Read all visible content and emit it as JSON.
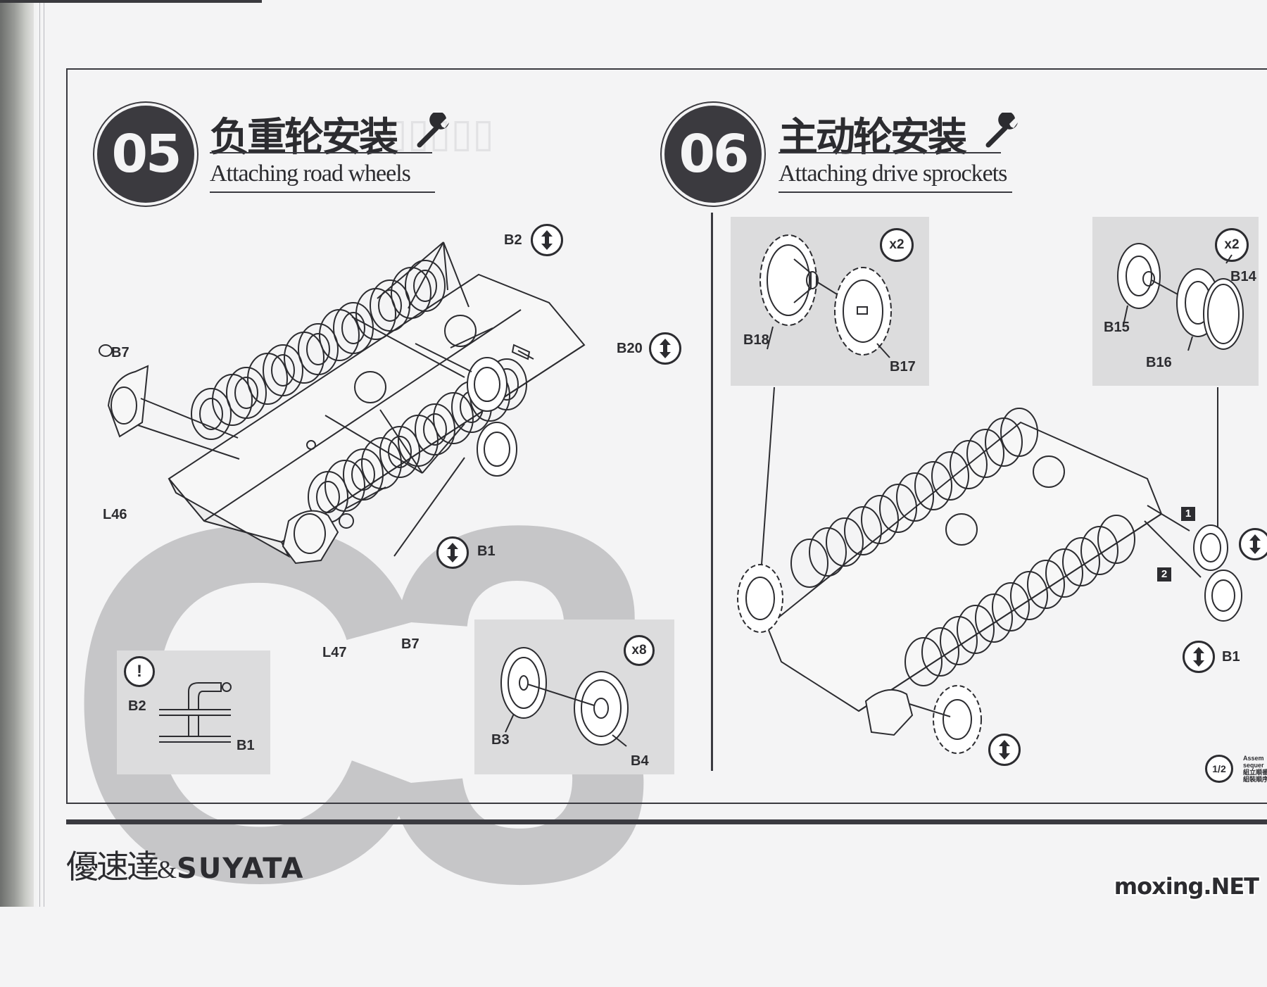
{
  "step05": {
    "number": "05",
    "title_cn": "负重轮安装",
    "title_en": "Attaching road wheels",
    "watermark_letter": "C3",
    "parts": {
      "b2": "B2",
      "b20": "B20",
      "b7_top": "B7",
      "l46": "L46",
      "b1": "B1",
      "l47": "L47",
      "b7_bottom": "B7"
    },
    "inset_note": {
      "icon": "!",
      "b2": "B2",
      "b1": "B1"
    },
    "inset_wheel": {
      "qty": "x8",
      "b3": "B3",
      "b4": "B4"
    }
  },
  "step06": {
    "number": "06",
    "title_cn": "主动轮安装",
    "title_en": "Attaching drive sprockets",
    "inset_sprocket": {
      "qty": "x2",
      "b18": "B18",
      "b17": "B17"
    },
    "inset_idler": {
      "qty": "x2",
      "b14": "B14",
      "b15": "B15",
      "b16": "B16"
    },
    "seq1": "1",
    "seq2": "2",
    "b1": "B1",
    "sequence_icon": "1/2",
    "sequence_text": "Assem\nsequer\n組立順番\n組裝順序"
  },
  "footer": {
    "brand_cn": "優速達",
    "brand_amp": "&",
    "brand_en": "SUYATA",
    "watermark": "moxing.NET"
  },
  "icons": [
    "wrench-icon",
    "flip-arrow-icon",
    "exclamation-icon",
    "sequence-icon"
  ],
  "colors": {
    "ink": "#2c2c30",
    "panel": "#dcdcdd",
    "ghost": "#c6c6c8",
    "paper": "#f4f4f5"
  }
}
